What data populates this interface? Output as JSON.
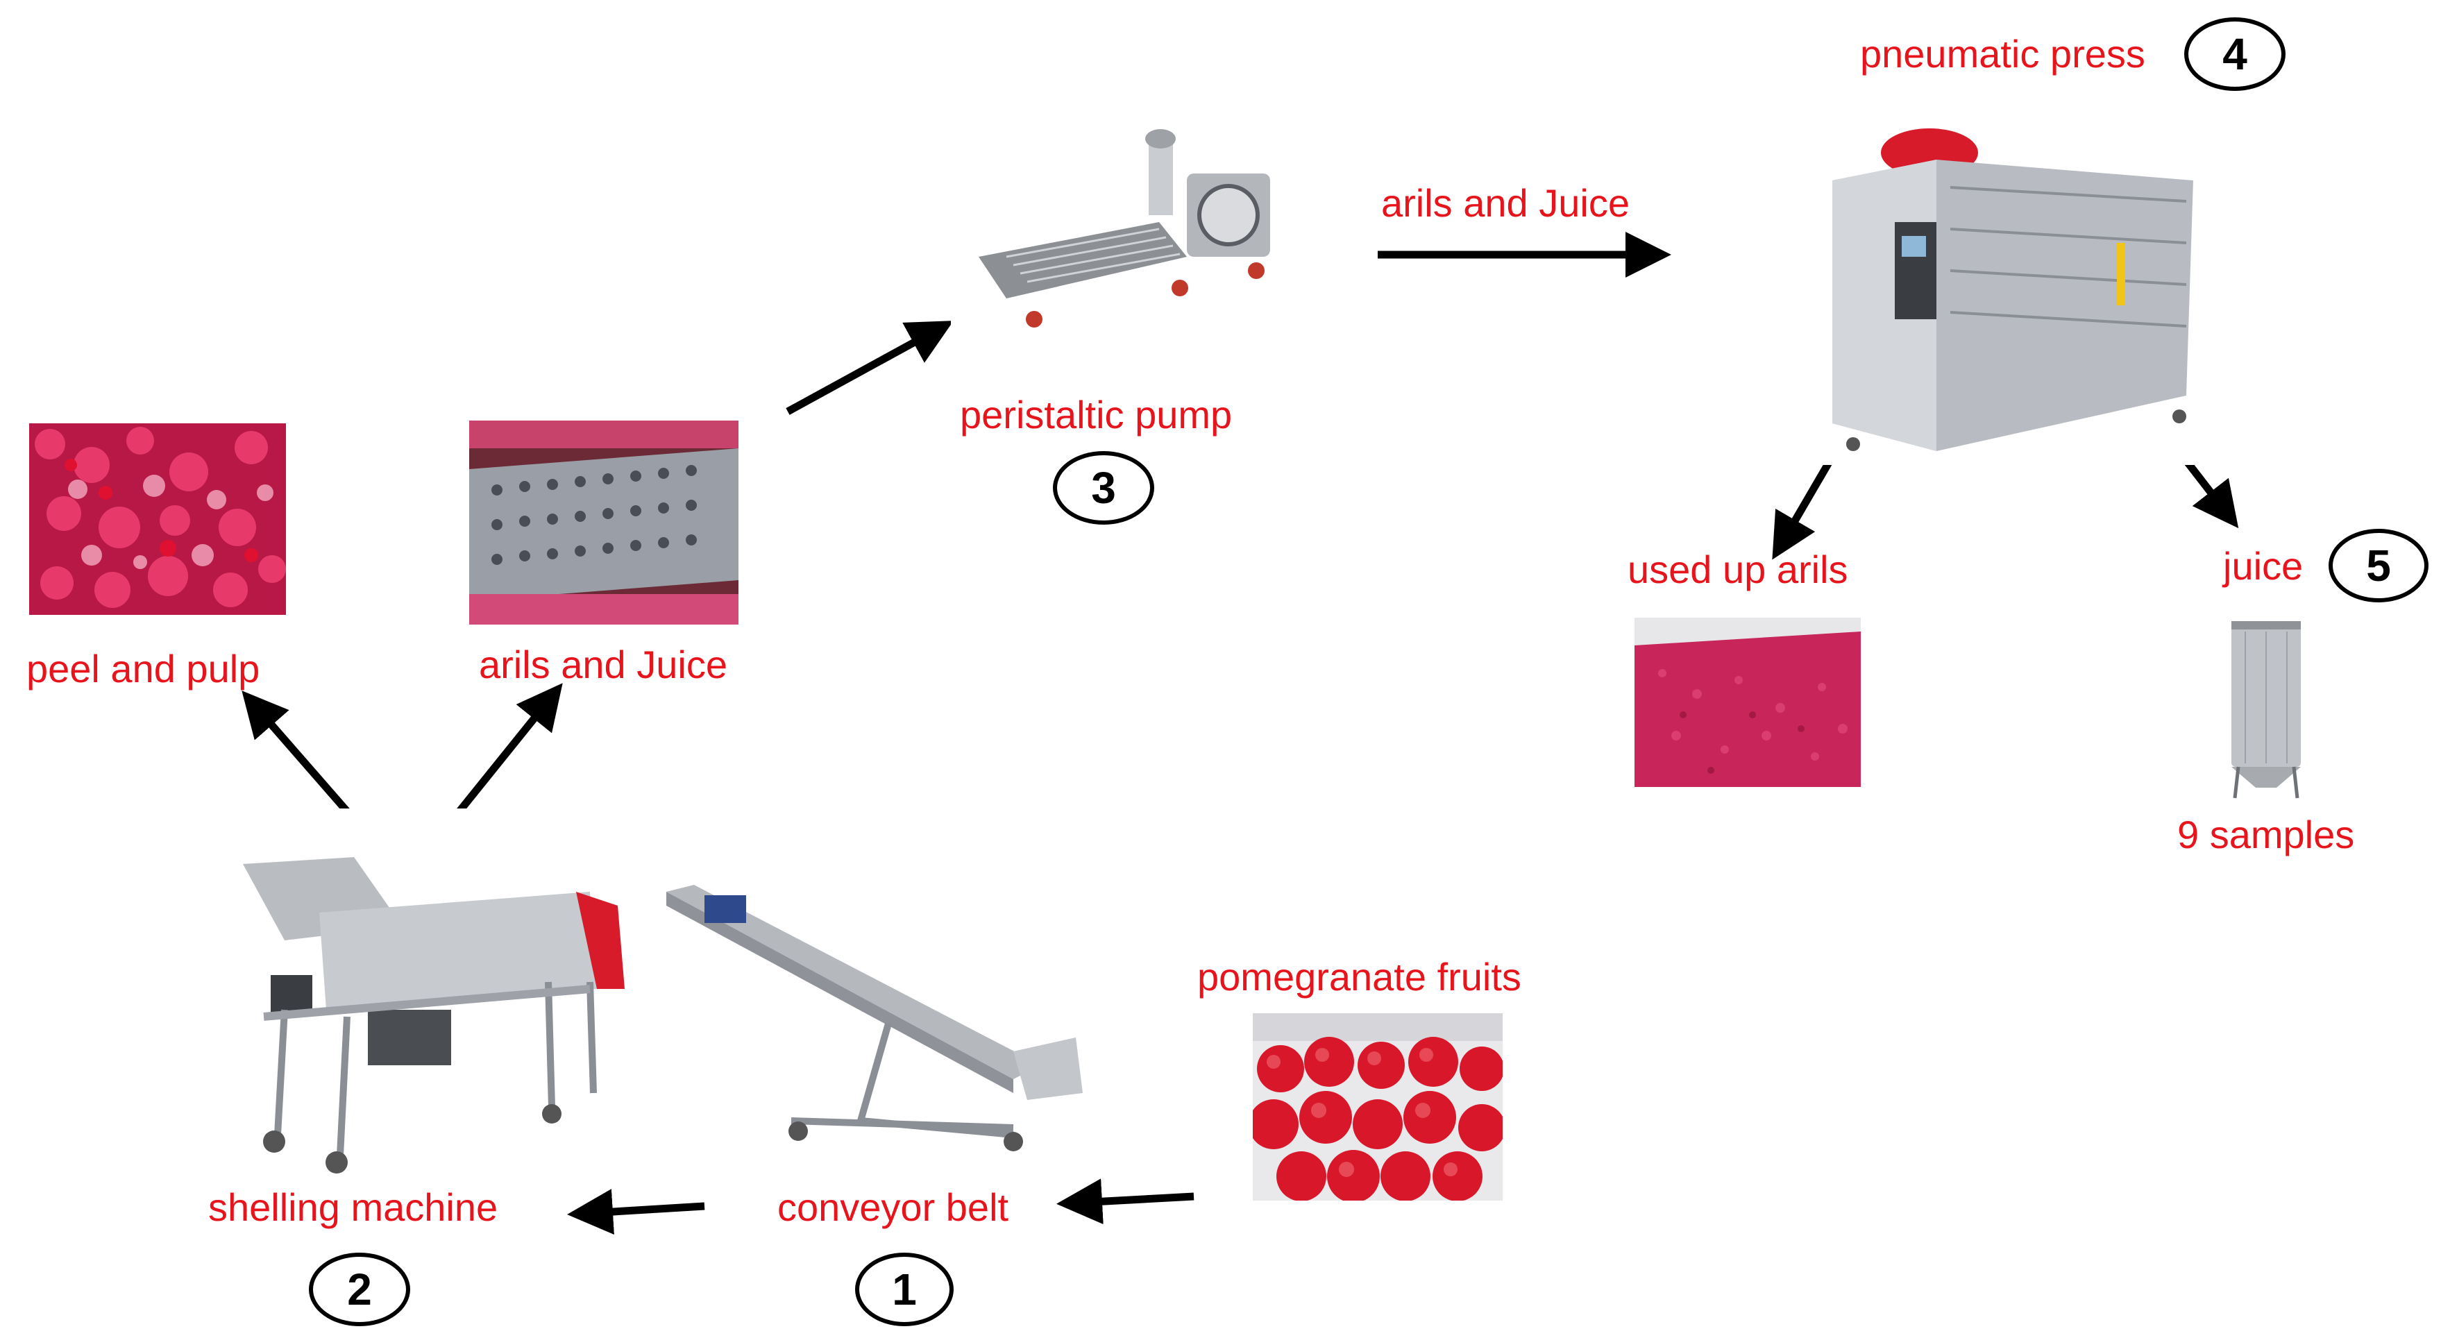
{
  "steps": {
    "pomegranate_fruits": "pomegranate fruits",
    "conveyor_belt": "conveyor belt",
    "shelling_machine": "shelling machine",
    "peel_and_pulp": "peel and pulp",
    "arils_and_juice_1": "arils and Juice",
    "peristaltic_pump": "peristaltic pump",
    "arils_and_juice_2": "arils and Juice",
    "pneumatic_press": "pneumatic press",
    "used_up_arils": "used up arils",
    "juice": "juice",
    "samples": "9 samples"
  },
  "numbers": {
    "n1": "1",
    "n2": "2",
    "n3": "3",
    "n4": "4",
    "n5": "5"
  },
  "colors": {
    "label": "#e8141c",
    "arrow": "#000000"
  }
}
